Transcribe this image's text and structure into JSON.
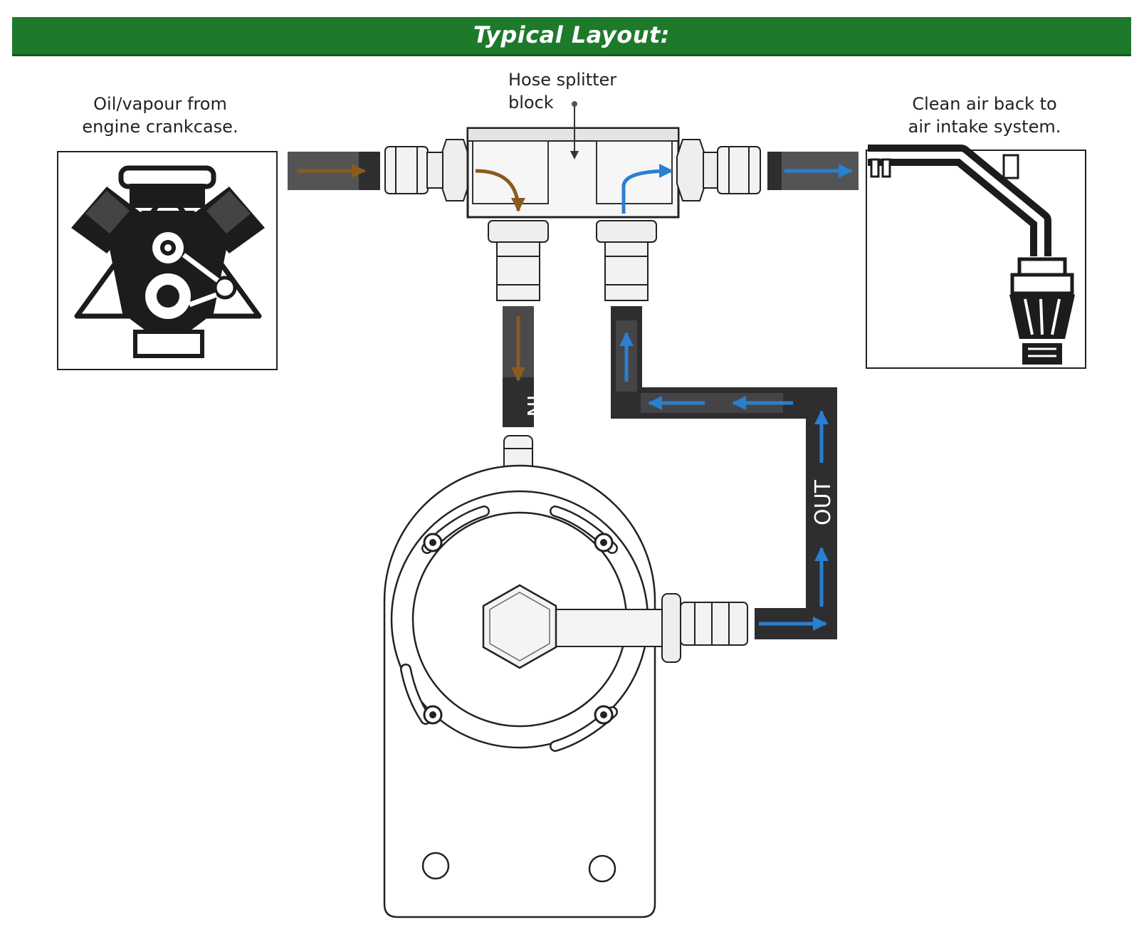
{
  "header": {
    "title": "Typical Layout:"
  },
  "labels": {
    "source_line1": "Oil/vapour from",
    "source_line2": "engine crankcase.",
    "splitter_line1": "Hose splitter",
    "splitter_line2": "block",
    "dest_line1": "Clean air back to",
    "dest_line2": "air intake system."
  },
  "hoses": {
    "in_label": "IN",
    "out_label": "OUT"
  },
  "colors": {
    "banner": "#1d7a2b",
    "hose": "#2e2e30",
    "oil_arrow": "#8a5a1e",
    "air_arrow": "#2a7fd0"
  }
}
